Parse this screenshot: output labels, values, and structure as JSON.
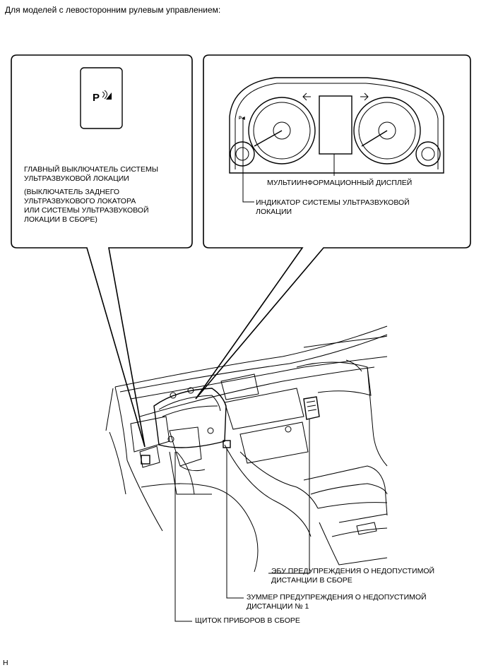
{
  "header": {
    "title": "Для моделей с левосторонним рулевым управлением:"
  },
  "left_callout": {
    "switch_label": "P",
    "main_switch_line1": "ГЛАВНЫЙ ВЫКЛЮЧАТЕЛЬ СИСТЕМЫ",
    "main_switch_line2": "УЛЬТРАЗВУКОВОЙ ЛОКАЦИИ",
    "sub_line1": "(ВЫКЛЮЧАТЕЛЬ ЗАДНЕГО",
    "sub_line2": "УЛЬТРАЗВУКОВОГО ЛОКАТОРА",
    "sub_line3": "ИЛИ СИСТЕМЫ УЛЬТРАЗВУКОВОЙ",
    "sub_line4": "ЛОКАЦИИ В СБОРЕ)"
  },
  "right_callout": {
    "display_label": "МУЛЬТИИНФОРМАЦИОННЫЙ ДИСПЛЕЙ",
    "indicator_line1": "ИНДИКАТОР СИСТЕМЫ УЛЬТРАЗВУКОВОЙ",
    "indicator_line2": "ЛОКАЦИИ"
  },
  "labels": {
    "ecu_line1": "ЭБУ ПРЕДУПРЕЖДЕНИЯ О НЕДОПУСТИМОЙ",
    "ecu_line2": "ДИСТАНЦИИ В СБОРЕ",
    "buzzer_line1": "ЗУММЕР ПРЕДУПРЕЖДЕНИЯ О НЕДОПУСТИМОЙ",
    "buzzer_line2": "ДИСТАНЦИИ № 1",
    "cluster": "ЩИТОК ПРИБОРОВ В СБОРЕ"
  },
  "footer": {
    "code": "H"
  },
  "icons": {
    "parking_switch": "parking-sensor-icon",
    "arrow_left": "turn-left-arrow-icon",
    "arrow_right": "turn-right-arrow-icon"
  }
}
